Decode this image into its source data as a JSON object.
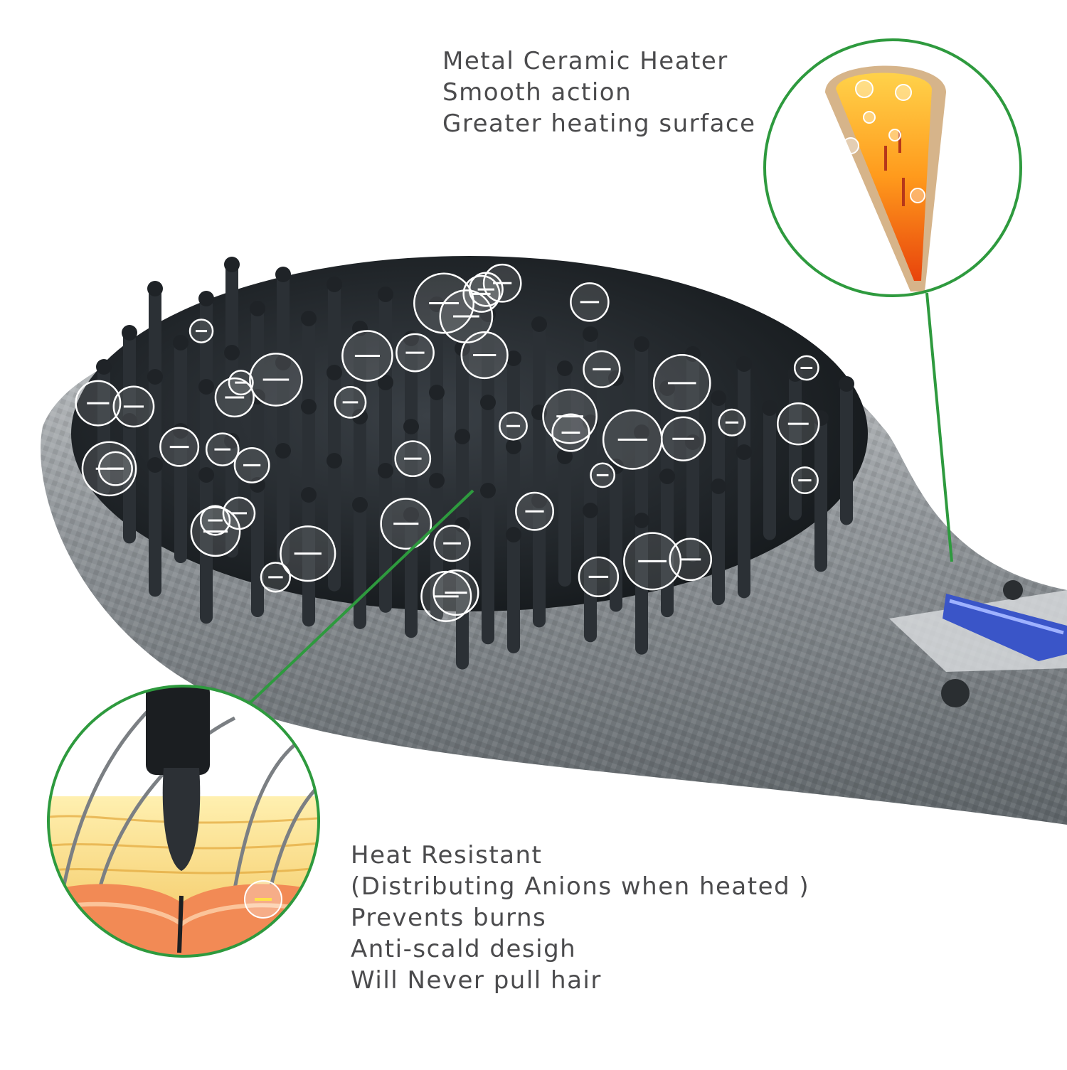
{
  "heater_features": {
    "line1": "Metal Ceramic Heater",
    "line2": "Smooth action",
    "line3": "Greater heating surface"
  },
  "bristle_features": {
    "line1": "Heat Resistant",
    "line2": "(Distributing Anions when heated )",
    "line3": "Prevents burns",
    "line4": "Anti-scald desigh",
    "line5": "Will Never pull hair"
  },
  "colors": {
    "callout_ring": "#2e9a3e",
    "brush_body": "#8e9397",
    "bristle": "#2b3035",
    "heater_core": "#ff8a1a",
    "text": "#4b4b4d"
  }
}
